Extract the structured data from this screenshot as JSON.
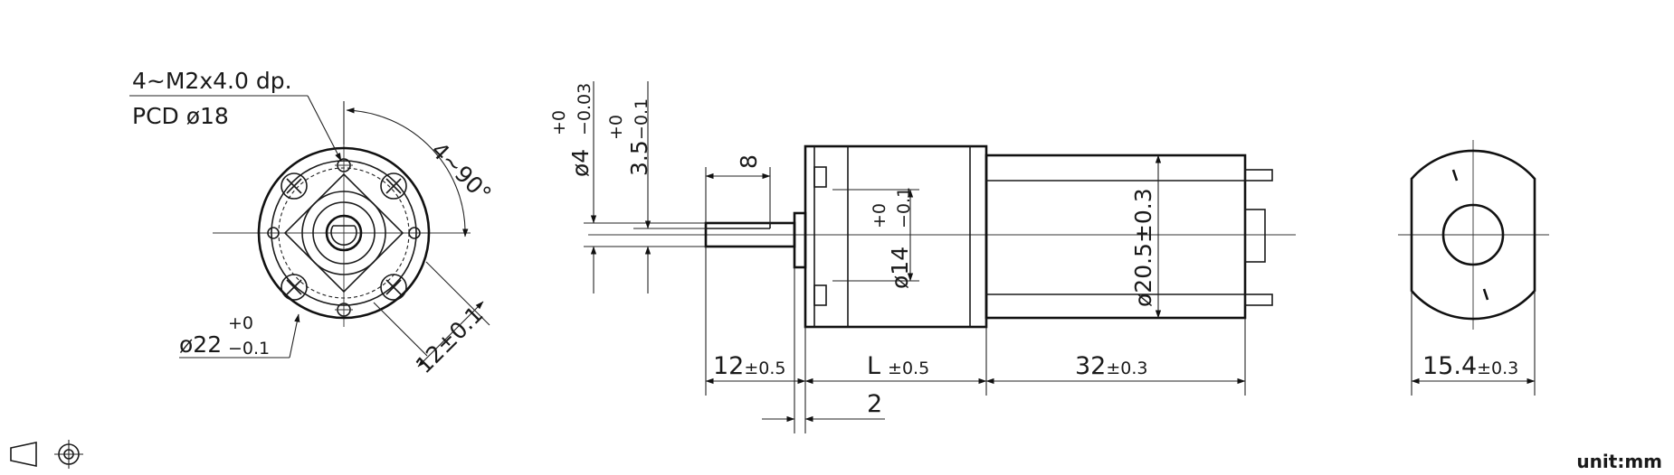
{
  "front_view": {
    "callout_line1": "4~M2x4.0  dp.",
    "callout_line2": "PCD  ø18",
    "angle": "4~90°",
    "flange_dia": "ø22",
    "flange_tol_upper": "+0",
    "flange_tol_lower": "−0.1",
    "square": "12±0.1"
  },
  "side_view": {
    "shaft_dia": "ø4",
    "shaft_tol_upper": "+0",
    "shaft_tol_lower": "−0.03",
    "flat": "3.5",
    "flat_tol_upper": "+0",
    "flat_tol_lower": "−0.1",
    "flat_length": "8",
    "boss_dia": "ø14",
    "boss_tol_upper": "+0",
    "boss_tol_lower": "−0.1",
    "motor_dia": "ø20.5±0.3",
    "shaft_length_value": "12",
    "shaft_length_tol": "±0.5",
    "gearbox_length_value": "L",
    "gearbox_length_tol": "±0.5",
    "motor_length_value": "32",
    "motor_length_tol": "±0.3",
    "boss_length": "2"
  },
  "rear_view": {
    "width_value": "15.4",
    "width_tol": "±0.3"
  },
  "unit_label": "unit:mm",
  "projection_symbol": "third-angle-projection-icon"
}
